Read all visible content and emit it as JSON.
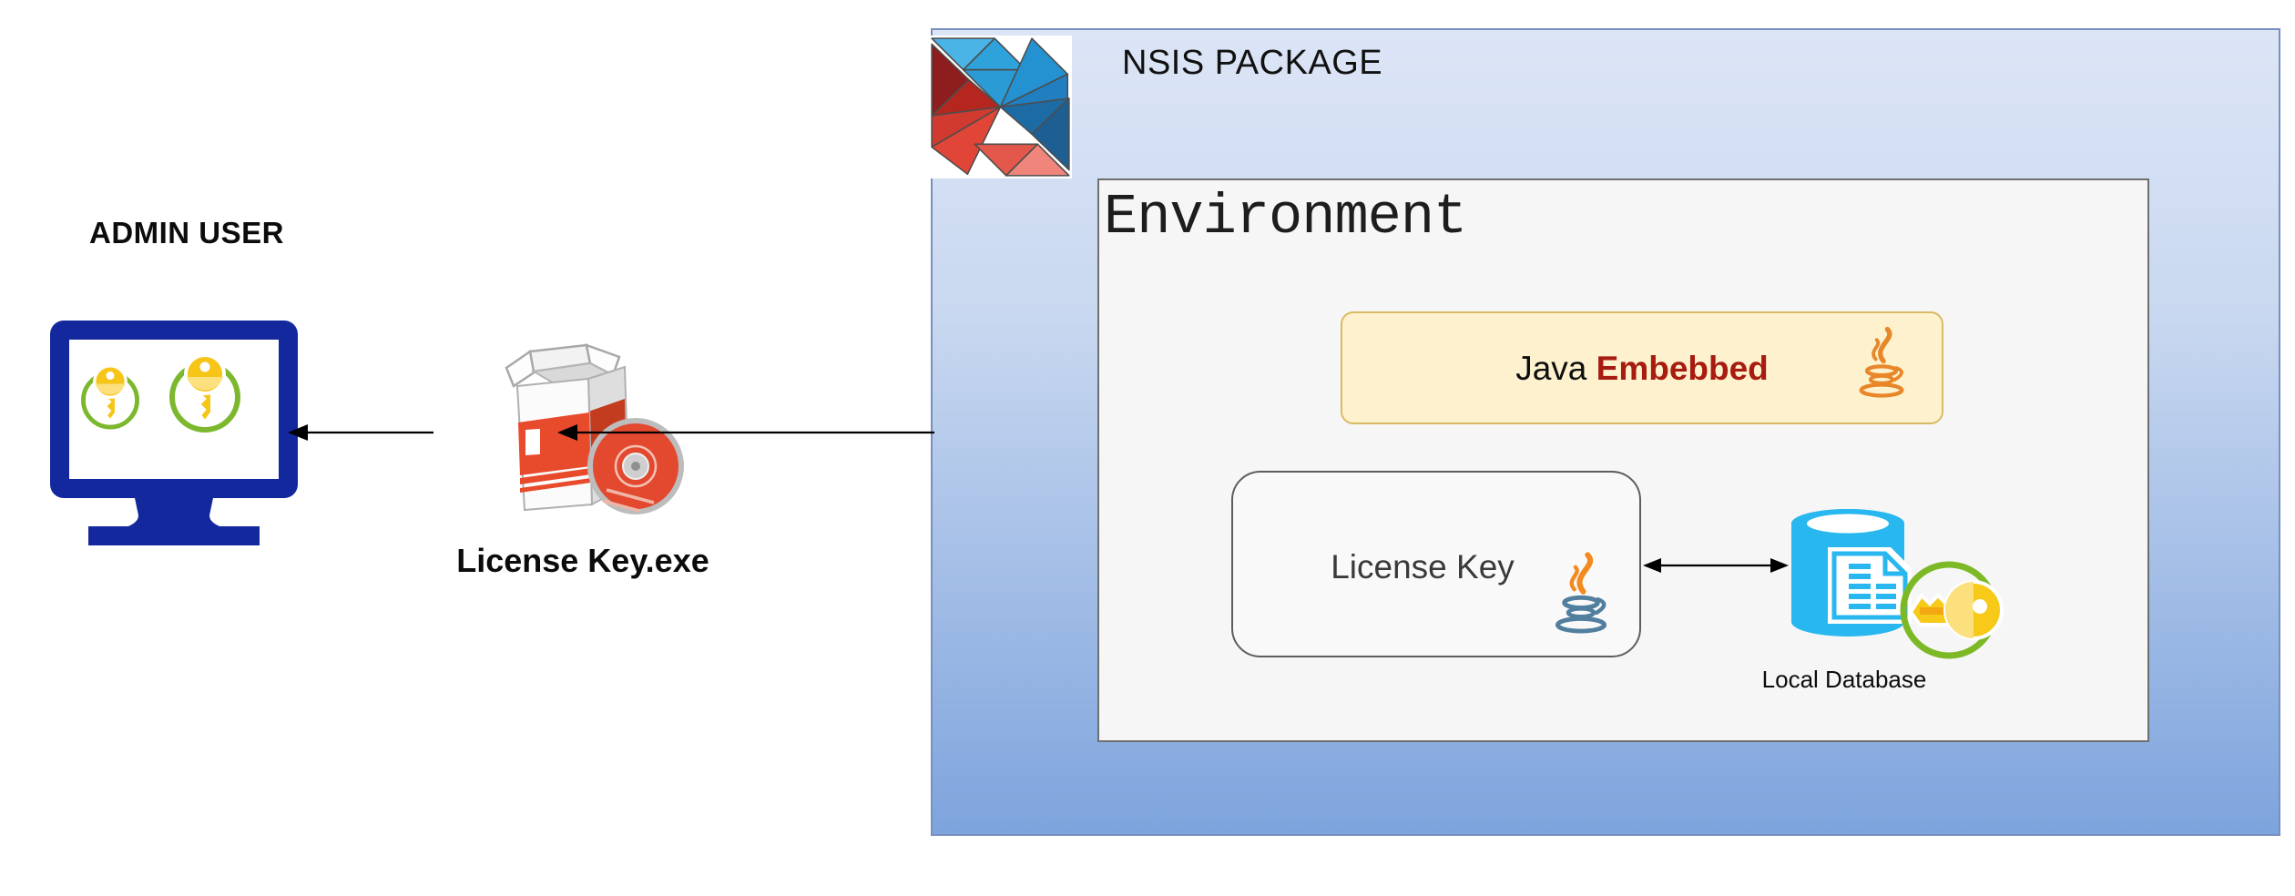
{
  "diagram": {
    "admin_user": {
      "label": "ADMIN USER"
    },
    "installer": {
      "label": "License Key.exe"
    },
    "nsis_package": {
      "title": "NSIS PACKAGE",
      "colors": {
        "fill_top": "#dce5f6",
        "fill_bottom": "#7ea4dd",
        "border": "#7890bf"
      }
    },
    "environment": {
      "title": "Environment",
      "colors": {
        "fill": "#f6f6f6",
        "border": "#6f6f6f"
      }
    },
    "java_embedded": {
      "label_prefix": "Java ",
      "label_emphasis": "Embebbed",
      "colors": {
        "fill": "#fdf2cd",
        "border": "#d9b964",
        "emphasis_text": "#a81b10"
      }
    },
    "license_key": {
      "label": "License Key",
      "colors": {
        "fill": "#f9f9f9",
        "border": "#5e5e5e",
        "text": "#3a3a3a"
      }
    },
    "local_database": {
      "label": "Local Database",
      "colors": {
        "cylinder": "#29b7f0",
        "key": "#f7c918",
        "ring": "#7db927"
      }
    },
    "icons": {
      "nsis_logo": "nsis-tangram-logo",
      "monitor": "monitor-with-two-keys-icon",
      "installer": "software-box-with-cd-icon",
      "java_orange": "java-logo-orange-icon",
      "java_blue": "java-logo-icon",
      "database": "database-document-key-icon"
    },
    "connector_color": "#000000",
    "monitor_color": "#14289e",
    "installer_red": "#e04a2e",
    "java_logo_orange": "#e8872a",
    "java_logo_cup_blue": "#527e9f"
  }
}
